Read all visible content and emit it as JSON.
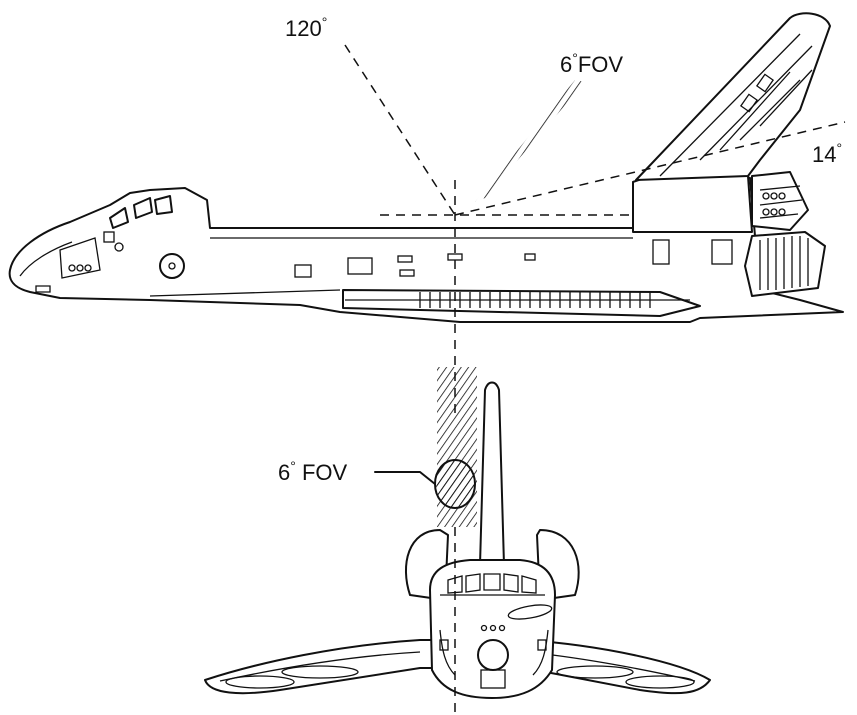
{
  "labels": {
    "angle_wide": {
      "value": "120",
      "unit": "°"
    },
    "fov_side": {
      "value": "6",
      "unit": "°",
      "suffix": "FOV"
    },
    "angle_tail": {
      "value": "14",
      "unit": "°"
    },
    "fov_front": {
      "value": "6",
      "unit": "°",
      "suffix": " FOV"
    }
  },
  "colors": {
    "ink": "#111111",
    "paper": "#ffffff"
  }
}
